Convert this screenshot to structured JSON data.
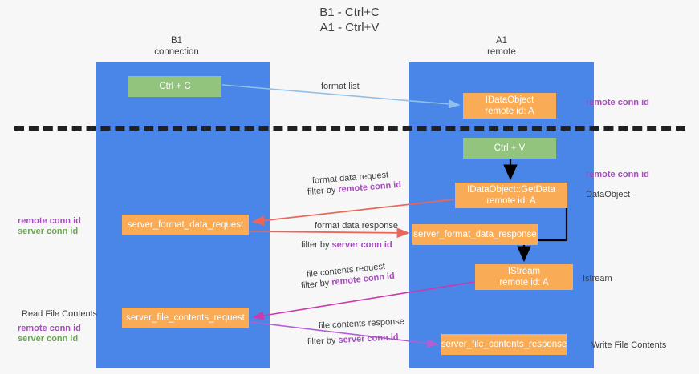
{
  "title": {
    "line1": "B1 - Ctrl+C",
    "line2": "A1 - Ctrl+V"
  },
  "columns": {
    "left": {
      "name": "B1",
      "role": "connection"
    },
    "right": {
      "name": "A1",
      "role": "remote"
    }
  },
  "nodes": {
    "ctrl_c": {
      "label": "Ctrl + C",
      "color": "#93c47d"
    },
    "idataobject": {
      "line1": "IDataObject",
      "line2": "remote id: A",
      "color": "#f9ab55"
    },
    "ctrl_v": {
      "label": "Ctrl + V",
      "color": "#93c47d"
    },
    "getdata": {
      "line1": "IDataObject::GetData",
      "line2": "remote id: A",
      "color": "#f9ab55"
    },
    "server_format_data_request": {
      "label": "server_format_data_request",
      "color": "#f9ab55"
    },
    "server_format_data_response": {
      "label": "server_format_data_response",
      "color": "#f9ab55"
    },
    "istream": {
      "line1": "IStream",
      "line2": "remote id: A",
      "color": "#f9ab55"
    },
    "server_file_contents_request": {
      "label": "server_file_contents_request",
      "color": "#f9ab55"
    },
    "server_file_contents_response": {
      "label": "server_file_contents_response",
      "color": "#f9ab55"
    }
  },
  "edge_labels": {
    "format_list": "format list",
    "format_data_request": "format data request",
    "format_data_request_filter_prefix": "filter by ",
    "format_data_request_filter_key": "remote conn id",
    "format_data_response": "format data response",
    "format_data_response_filter_prefix": "filter by ",
    "format_data_response_filter_key": "server conn id",
    "file_contents_request": "file contents request",
    "file_contents_request_filter_prefix": "filter by ",
    "file_contents_request_filter_key": "remote conn id",
    "file_contents_response": "file contents response",
    "file_contents_response_filter_prefix": "filter by ",
    "file_contents_response_filter_key": "server conn id"
  },
  "side_labels": {
    "right_remote_conn_id_top": "remote conn id",
    "right_remote_conn_id_mid": "remote conn id",
    "right_dataobject": "DataObject",
    "right_istream": "Istream",
    "right_write_file_contents": "Write File Contents",
    "left_remote_conn_id_top": "remote conn id",
    "left_server_conn_id_top": "server conn id",
    "left_read_file_contents": "Read File Contents",
    "left_remote_conn_id_bottom": "remote conn id",
    "left_server_conn_id_bottom": "server conn id"
  },
  "colors": {
    "lane": "#4a86e8",
    "node_green": "#93c47d",
    "node_orange": "#f9ab55",
    "divider": "#202124",
    "purple": "#a64dbb",
    "green_text": "#6aa84f",
    "arrow_light_blue": "#a9cdf0",
    "arrow_red": "#e8675a",
    "arrow_magenta": "#cc39ac",
    "arrow_purple": "#b05fd6",
    "arrow_black": "#000000",
    "background": "#f7f7f7"
  }
}
